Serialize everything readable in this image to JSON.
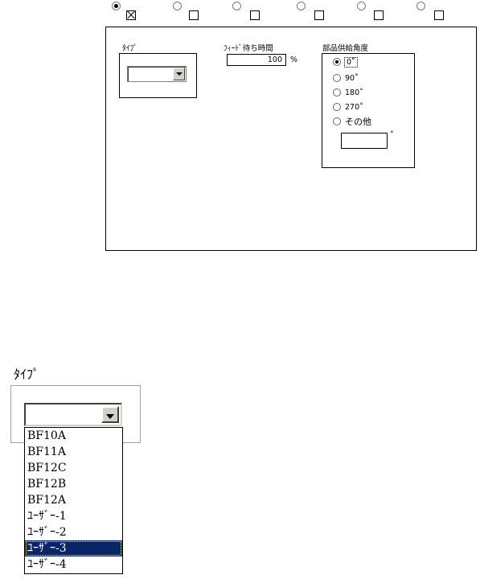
{
  "top_controls": {
    "selected_radio_index": 0,
    "checked_box_index": 0
  },
  "panel": {
    "type_label": "ﾀｲﾌﾟ",
    "feed_wait_label": "ﾌｨｰﾄﾞ待ち時間",
    "feed_wait_value": "100",
    "feed_wait_unit": "%",
    "angle_group_label": "部品供給角度",
    "angle_options": [
      "0˚",
      "90˚",
      "180˚",
      "270˚",
      "その他"
    ],
    "angle_selected_index": 0,
    "other_unit": "˚"
  },
  "zoom": {
    "type_label": "ﾀｲﾌﾟ",
    "options": [
      "BF10A",
      "BF11A",
      "BF12C",
      "BF12B",
      "BF12A",
      "ﾕｰｻﾞｰ-1",
      "ﾕｰｻﾞｰ-2",
      "ﾕｰｻﾞｰ-3",
      "ﾕｰｻﾞｰ-4"
    ],
    "highlighted_index": 7
  }
}
